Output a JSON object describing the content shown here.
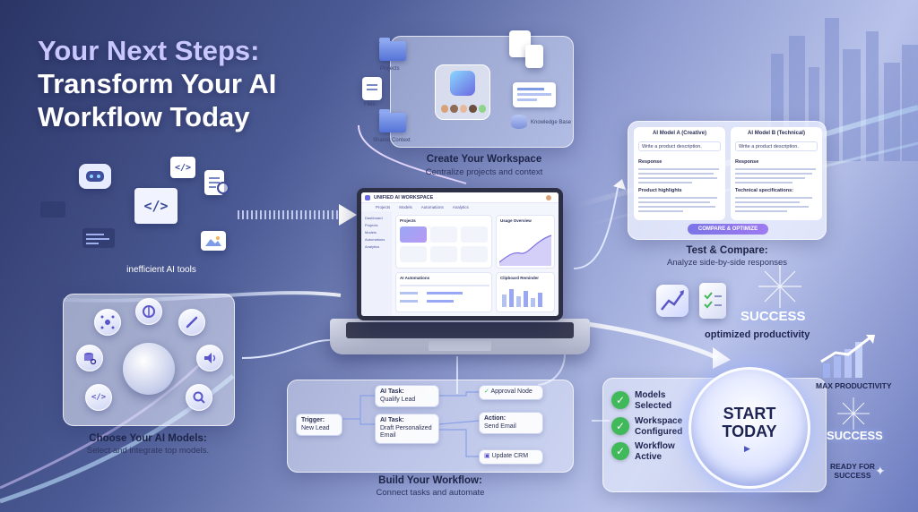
{
  "title": {
    "line1": "Your Next Steps:",
    "line2": "Transform Your AI",
    "line3": "Workflow Today"
  },
  "inefficient": {
    "label": "inefficient AI tools"
  },
  "workspace": {
    "title": "Create Your Workspace",
    "subtitle": "Centralize projects and context",
    "projects": "Projects",
    "files": "Files",
    "shared_context": "Shared Context",
    "knowledge_base": "Knowledge Base"
  },
  "compare": {
    "title": "Test & Compare:",
    "subtitle": "Analyze side-by-side responses",
    "model_a": "AI Model A (Creative)",
    "model_b": "AI Model B (Technical)",
    "prompt_a": "Write a product description.",
    "prompt_b": "Write a product description.",
    "response_a": "Response",
    "response_b": "Response",
    "highlights_a": "Product highlights",
    "highlights_b": "Technical specifications:",
    "button": "COMPARE & OPTIMIZE"
  },
  "laptop": {
    "app_title": "UNIFIED AI WORKSPACE",
    "tabs": [
      "Projects",
      "Models",
      "Automations",
      "Analytics"
    ],
    "sidebar": [
      "Dashboard",
      "Projects",
      "Models",
      "Automations",
      "Analytics"
    ],
    "projects_panel": "Projects",
    "usage_panel": "Usage Overview",
    "automations_panel": "AI Automations",
    "clipboard_panel": "Clipboard Reminder"
  },
  "models": {
    "title": "Choose Your AI Models:",
    "subtitle": "Select and integrate top models."
  },
  "workflow": {
    "title": "Build Your Workflow:",
    "subtitle": "Connect tasks and automate",
    "trigger_label": "Trigger:",
    "trigger_value": "New Lead",
    "task1_label": "AI Task:",
    "task1_value": "Qualify Lead",
    "task2_label": "AI Task:",
    "task2_value": "Draft Personalized Email",
    "approval": "Approval Node",
    "action_label": "Action:",
    "action_value": "Send Email",
    "update_crm": "Update CRM"
  },
  "success": {
    "word": "SUCCESS",
    "tagline": "optimized productivity"
  },
  "checklist": [
    {
      "line1": "Models",
      "line2": "Selected"
    },
    {
      "line1": "Workspace",
      "line2": "Configured"
    },
    {
      "line1": "Workflow",
      "line2": "Active"
    }
  ],
  "start": {
    "line1": "START",
    "line2": "TODAY"
  },
  "right_labels": {
    "max_productivity": "MAX PRODUCTIVITY",
    "success": "SUCCESS",
    "ready_line1": "READY FOR",
    "ready_line2": "SUCCESS"
  },
  "colors": {
    "accent": "#5a56c9",
    "check_green": "#3fb95a",
    "title_highlight": "#c9c7ff"
  }
}
